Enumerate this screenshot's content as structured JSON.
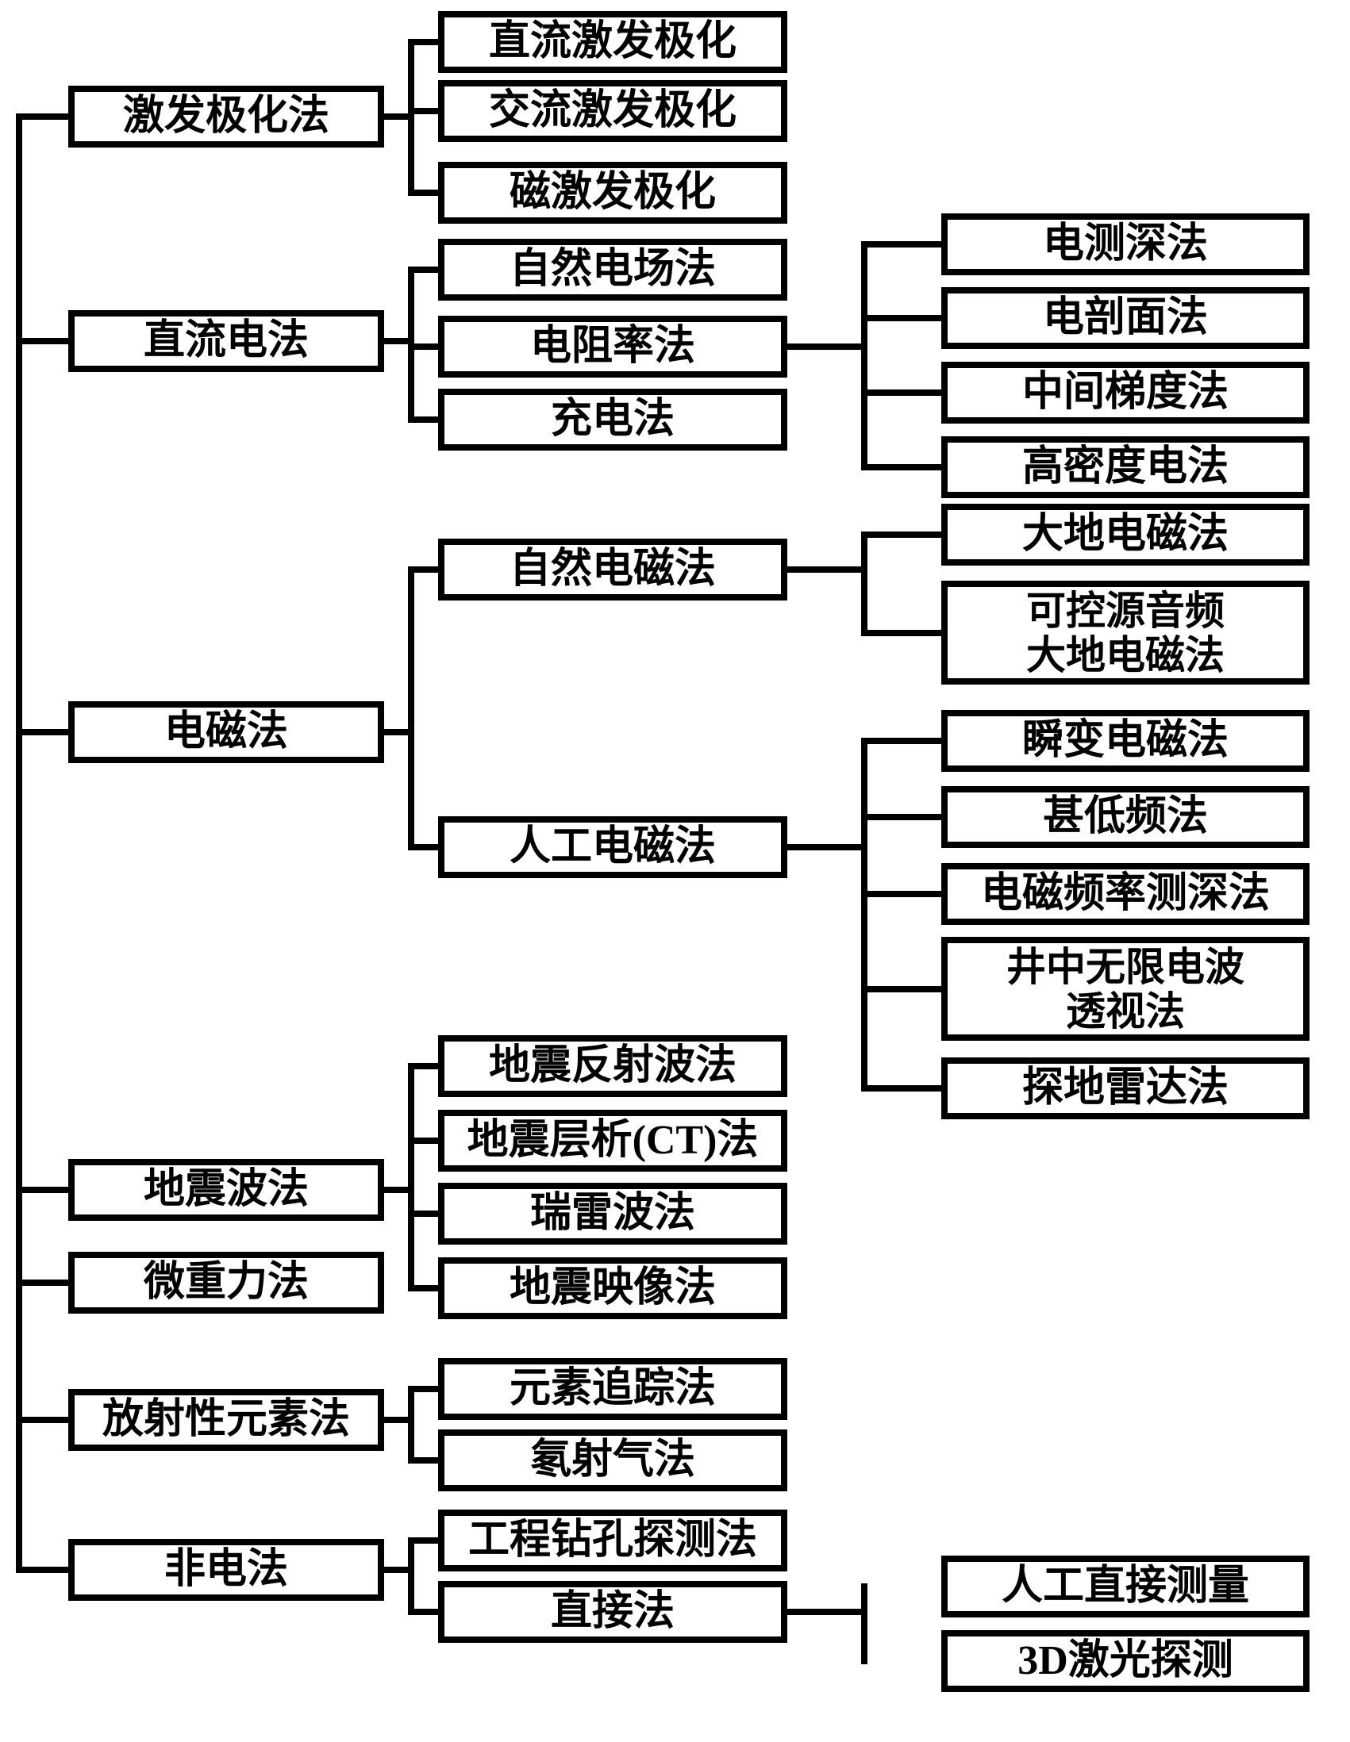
{
  "diagram": {
    "type": "tree",
    "orientation": "left-to-right",
    "line_color": "#000000",
    "box_fill": "#ffffff",
    "box_border_color": "#000000"
  },
  "nodes": {
    "ip": {
      "label": "激发极化法",
      "children": [
        "ip_dc",
        "ip_ac",
        "ip_mag"
      ]
    },
    "dc": {
      "label": "直流电法",
      "children": [
        "sp",
        "resistivity",
        "charging"
      ]
    },
    "em": {
      "label": "电磁法",
      "children": [
        "natural_em",
        "artificial_em"
      ]
    },
    "seismic": {
      "label": "地震波法",
      "children": [
        "seismic_reflection",
        "seismic_ct",
        "rayleigh",
        "seismic_imaging"
      ]
    },
    "microgravity": {
      "label": "微重力法",
      "children": []
    },
    "radioactive": {
      "label": "放射性元素法",
      "children": [
        "element_tracing",
        "radon"
      ]
    },
    "nonelectric": {
      "label": "非电法",
      "children": [
        "borehole",
        "direct"
      ]
    },
    "ip_dc": {
      "label": "直流激发极化"
    },
    "ip_ac": {
      "label": "交流激发极化"
    },
    "ip_mag": {
      "label": "磁激发极化"
    },
    "sp": {
      "label": "自然电场法"
    },
    "resistivity": {
      "label": "电阻率法",
      "children": [
        "sounding",
        "profiling",
        "gradient",
        "high_density"
      ]
    },
    "charging": {
      "label": "充电法"
    },
    "natural_em": {
      "label": "自然电磁法",
      "children": [
        "mt",
        "csamt"
      ]
    },
    "artificial_em": {
      "label": "人工电磁法",
      "children": [
        "tem",
        "vlf",
        "em_freq_sounding",
        "borehole_radio",
        "gpr"
      ]
    },
    "seismic_reflection": {
      "label": "地震反射波法"
    },
    "seismic_ct": {
      "label": "地震层析(CT)法"
    },
    "rayleigh": {
      "label": "瑞雷波法"
    },
    "seismic_imaging": {
      "label": "地震映像法"
    },
    "element_tracing": {
      "label": "元素追踪法"
    },
    "radon": {
      "label": "氡射气法"
    },
    "borehole": {
      "label": "工程钻孔探测法"
    },
    "direct": {
      "label": "直接法",
      "children": [
        "manual_measurement",
        "laser_3d"
      ]
    },
    "sounding": {
      "label": "电测深法"
    },
    "profiling": {
      "label": "电剖面法"
    },
    "gradient": {
      "label": "中间梯度法"
    },
    "high_density": {
      "label": "高密度电法"
    },
    "mt": {
      "label": "大地电磁法"
    },
    "csamt": {
      "label": "可控源音频大地电磁法",
      "lines": [
        "可控源音频",
        "大地电磁法"
      ]
    },
    "tem": {
      "label": "瞬变电磁法"
    },
    "vlf": {
      "label": "甚低频法"
    },
    "em_freq_sounding": {
      "label": "电磁频率测深法"
    },
    "borehole_radio": {
      "label": "井中无限电波透视法",
      "lines": [
        "井中无限电波",
        "透视法"
      ]
    },
    "gpr": {
      "label": "探地雷达法"
    },
    "manual_measurement": {
      "label": "人工直接测量"
    },
    "laser_3d": {
      "label": "3D激光探测"
    }
  }
}
